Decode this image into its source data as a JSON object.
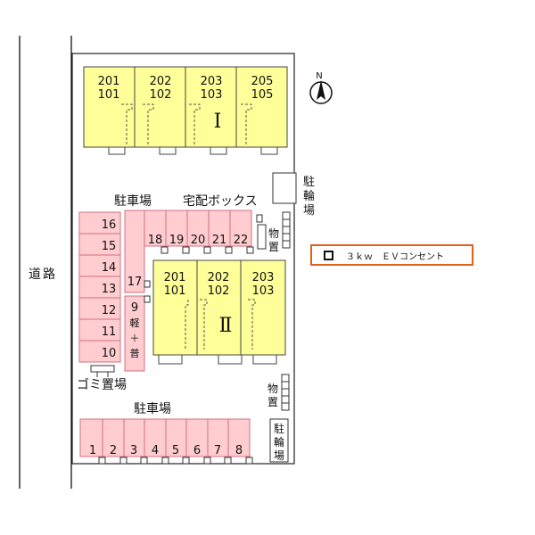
{
  "road_label": [
    "道",
    "路"
  ],
  "compass_label": "N",
  "building1": {
    "label": "Ⅰ",
    "units": [
      {
        "top": "201",
        "bottom": "101"
      },
      {
        "top": "202",
        "bottom": "102"
      },
      {
        "top": "203",
        "bottom": "103"
      },
      {
        "top": "205",
        "bottom": "105"
      }
    ]
  },
  "building2": {
    "label": "Ⅱ",
    "units": [
      {
        "top": "201",
        "bottom": "101"
      },
      {
        "top": "202",
        "bottom": "102"
      },
      {
        "top": "203",
        "bottom": "103"
      }
    ]
  },
  "bike_parking_label": [
    "駐",
    "輪",
    "場"
  ],
  "storage_label": [
    "物",
    "置"
  ],
  "parking_top_label": "駐車場",
  "parking_bottom_label": "駐車場",
  "delivery_box_label": "宅配ボックス",
  "garbage_label": "ゴミ置場",
  "ev_legend": "３ｋｗ　ＥＶコンセント",
  "parking_left": [
    "16",
    "15",
    "14",
    "13",
    "12",
    "11",
    "10"
  ],
  "parking_top_row": [
    "18",
    "19",
    "20",
    "21",
    "22"
  ],
  "parking_17": "17",
  "parking_9": {
    "number": "9",
    "chars": [
      "軽",
      "＋",
      "普"
    ]
  },
  "parking_bottom_row": [
    "1",
    "2",
    "3",
    "4",
    "5",
    "6",
    "7",
    "8"
  ],
  "colors": {
    "building_fill": "#ffff99",
    "parking_fill": "#ffccd0",
    "parking_stroke": "#d07080",
    "ev_border": "#e0601c"
  }
}
